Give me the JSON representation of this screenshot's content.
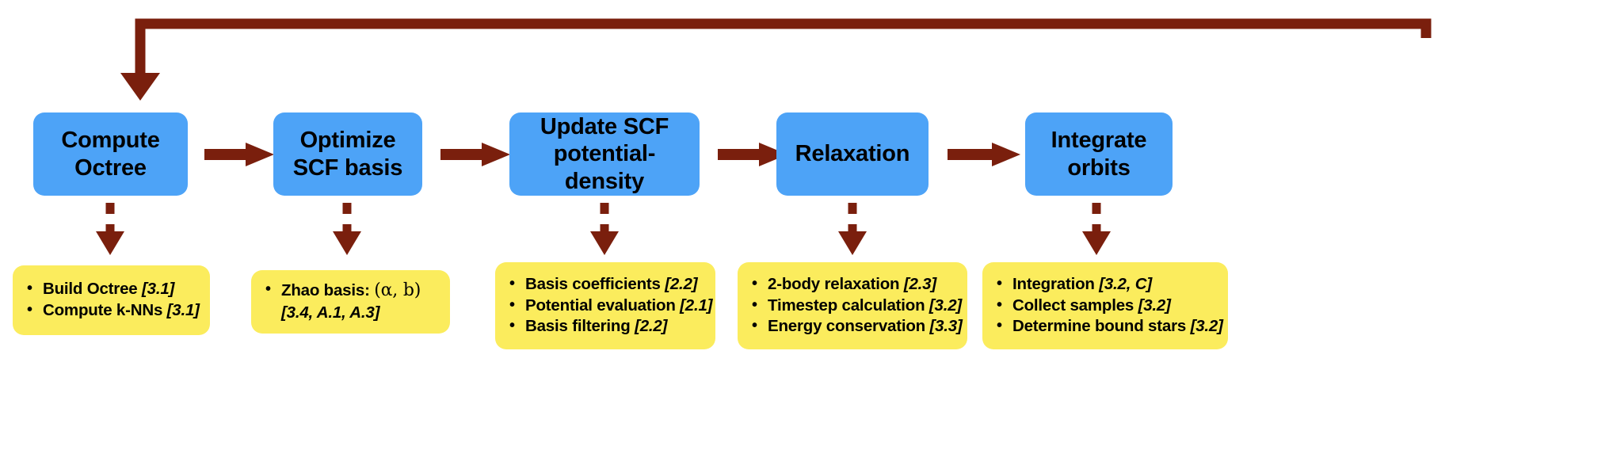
{
  "colors": {
    "stage_fill": "#4da3f7",
    "detail_fill": "#fbec5d",
    "arrow": "#7a1f0d",
    "text": "#000000",
    "background": "#ffffff"
  },
  "diagram": {
    "type": "flowchart",
    "orientation": "left-to-right",
    "feedback_loop": {
      "from_stage": "Integrate orbits",
      "to_stage": "Compute Octree",
      "style": "solid-elbow-arrow"
    }
  },
  "stages": [
    {
      "id": "compute-octree",
      "label": "Compute\nOctree",
      "details": [
        {
          "text": "Build Octree ",
          "ref": "[3.1]"
        },
        {
          "text": "Compute k-NNs ",
          "ref": "[3.1]"
        }
      ]
    },
    {
      "id": "optimize-scf-basis",
      "label": "Optimize\nSCF basis",
      "details": [
        {
          "text": "Zhao basis: ",
          "math": "(α, b)",
          "ref": "[3.4, A.1, A.3]"
        }
      ]
    },
    {
      "id": "update-scf-potential-density",
      "label": "Update SCF\npotential-density",
      "details": [
        {
          "text": "Basis coefficients ",
          "ref": "[2.2]"
        },
        {
          "text": "Potential evaluation ",
          "ref": "[2.1]"
        },
        {
          "text": "Basis filtering ",
          "ref": "[2.2]"
        }
      ]
    },
    {
      "id": "relaxation",
      "label": "Relaxation",
      "details": [
        {
          "text": "2-body relaxation ",
          "ref": "[2.3]"
        },
        {
          "text": "Timestep calculation ",
          "ref": "[3.2]"
        },
        {
          "text": "Energy conservation  ",
          "ref": "[3.3]"
        }
      ]
    },
    {
      "id": "integrate-orbits",
      "label": "Integrate\norbits",
      "details": [
        {
          "text": "Integration ",
          "ref": "[3.2, C]"
        },
        {
          "text": "Collect samples ",
          "ref": "[3.2]"
        },
        {
          "text": "Determine bound stars ",
          "ref": "[3.2]"
        }
      ]
    }
  ]
}
